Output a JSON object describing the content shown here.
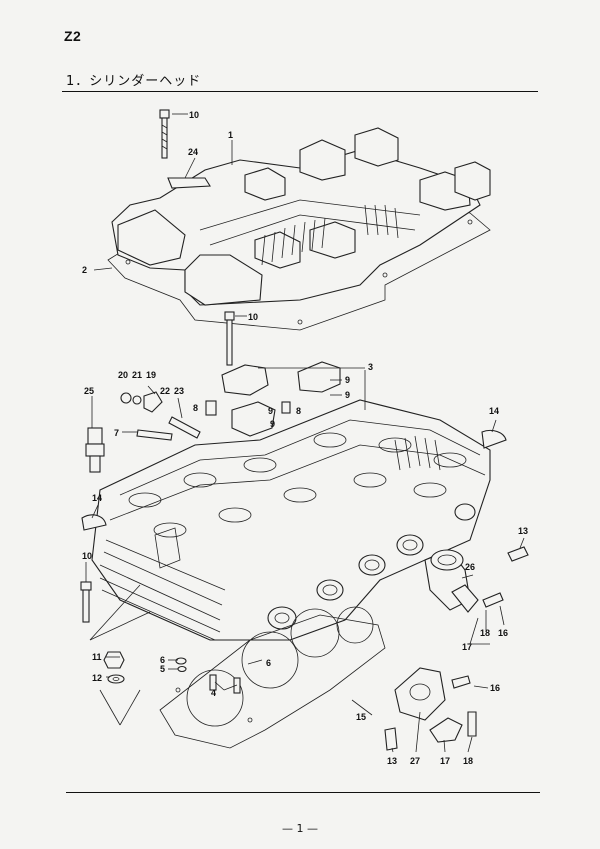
{
  "header": {
    "model": "Z2",
    "section_title": "1．シリンダーヘッド"
  },
  "footer": {
    "page_number": "— 1 —"
  },
  "callouts": [
    "10",
    "1",
    "24",
    "2",
    "10",
    "3",
    "9",
    "9",
    "20",
    "21",
    "19",
    "22",
    "23",
    "8",
    "9",
    "9",
    "8",
    "25",
    "7",
    "14",
    "14",
    "13",
    "10",
    "26",
    "16",
    "18",
    "17",
    "11",
    "12",
    "6",
    "5",
    "6",
    "4",
    "16",
    "15",
    "13",
    "27",
    "17",
    "18"
  ]
}
